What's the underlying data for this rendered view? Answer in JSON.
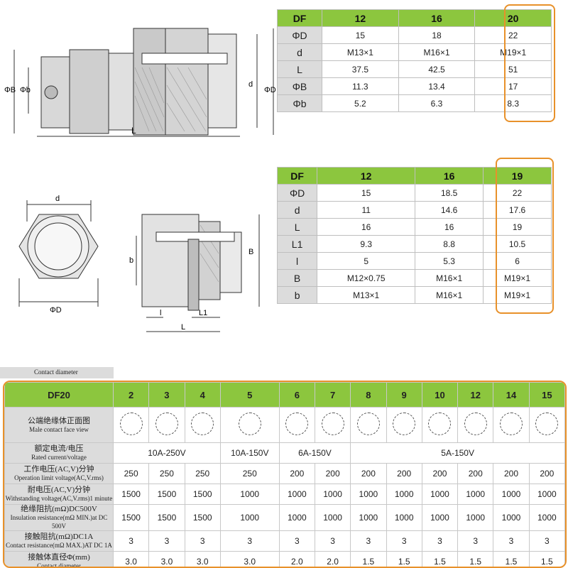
{
  "table1": {
    "header": [
      "DF",
      "12",
      "16",
      "20"
    ],
    "rows": [
      [
        "ΦD",
        "15",
        "18",
        "22"
      ],
      [
        "d",
        "M13×1",
        "M16×1",
        "M19×1"
      ],
      [
        "L",
        "37.5",
        "42.5",
        "51"
      ],
      [
        "ΦB",
        "11.3",
        "13.4",
        "17"
      ],
      [
        "Φb",
        "5.2",
        "6.3",
        "8.3"
      ]
    ]
  },
  "table2": {
    "header": [
      "DF",
      "12",
      "16",
      "19"
    ],
    "rows": [
      [
        "ΦD",
        "15",
        "18.5",
        "22"
      ],
      [
        "d",
        "11",
        "14.6",
        "17.6"
      ],
      [
        "L",
        "16",
        "16",
        "19"
      ],
      [
        "L1",
        "9.3",
        "8.8",
        "10.5"
      ],
      [
        "l",
        "5",
        "5.3",
        "6"
      ],
      [
        "B",
        "M12×0.75",
        "M16×1",
        "M19×1"
      ],
      [
        "b",
        "M13×1",
        "M16×1",
        "M19×1"
      ]
    ]
  },
  "drawing1": {
    "label_phiB": "ΦB",
    "label_phib": "Φb",
    "label_d": "d",
    "label_phiD": "ΦD",
    "label_L": "L"
  },
  "drawing2": {
    "label_d": "d",
    "label_phiD": "ΦD"
  },
  "drawing3": {
    "label_b": "b",
    "label_B": "B",
    "label_l": "l",
    "label_L1": "L1",
    "label_L": "L"
  },
  "cutoff_text": "Contact diameter",
  "spec": {
    "header": [
      "DF20",
      "2",
      "3",
      "4",
      "5",
      "6",
      "7",
      "8",
      "9",
      "10",
      "12",
      "14",
      "15"
    ],
    "face": {
      "zh": "公端绝缘体正面图",
      "en": "Male contact face view"
    },
    "rated": {
      "zh": "额定电流/电压",
      "en": "Rated current/voltage",
      "groups": [
        "10A-250V",
        "10A-150V",
        "6A-150V",
        "5A-150V"
      ]
    },
    "operation": {
      "zh": "工作电压(AC,V)分钟",
      "en": "Operation limit voltage(AC,V.rms)",
      "values": [
        "250",
        "250",
        "250",
        "250",
        "200",
        "200",
        "200",
        "200",
        "200",
        "200",
        "200",
        "200"
      ]
    },
    "withstand": {
      "zh": "耐电压(AC,V)分钟",
      "en": "Withstanding voltage(AC,V.rms)1 minute",
      "values": [
        "1500",
        "1500",
        "1500",
        "1000",
        "1000",
        "1000",
        "1000",
        "1000",
        "1000",
        "1000",
        "1000",
        "1000"
      ]
    },
    "insulation": {
      "zh": "绝缘阻抗(mΩ)DC500V",
      "en": "Insulation resistance(mΩ MIN.)at DC 500V",
      "values": [
        "1500",
        "1500",
        "1500",
        "1000",
        "1000",
        "1000",
        "1000",
        "1000",
        "1000",
        "1000",
        "1000",
        "1000"
      ]
    },
    "contact_res": {
      "zh": "接触阻抗(mΩ)DC1A",
      "en": "Contact resistance(mΩ MAX.)AT DC 1A",
      "values": [
        "3",
        "3",
        "3",
        "3",
        "3",
        "3",
        "3",
        "3",
        "3",
        "3",
        "3",
        "3"
      ]
    },
    "contact_dia": {
      "zh": "接触体直径Φ(mm)",
      "en": "Contact diameter",
      "values": [
        "3.0",
        "3.0",
        "3.0",
        "3.0",
        "2.0",
        "2.0",
        "1.5",
        "1.5",
        "1.5",
        "1.5",
        "1.5",
        "1.5"
      ]
    }
  },
  "colors": {
    "header_green": "#8cc63e",
    "highlight_orange": "#e8912a",
    "row_gray": "#dcdcdc"
  }
}
